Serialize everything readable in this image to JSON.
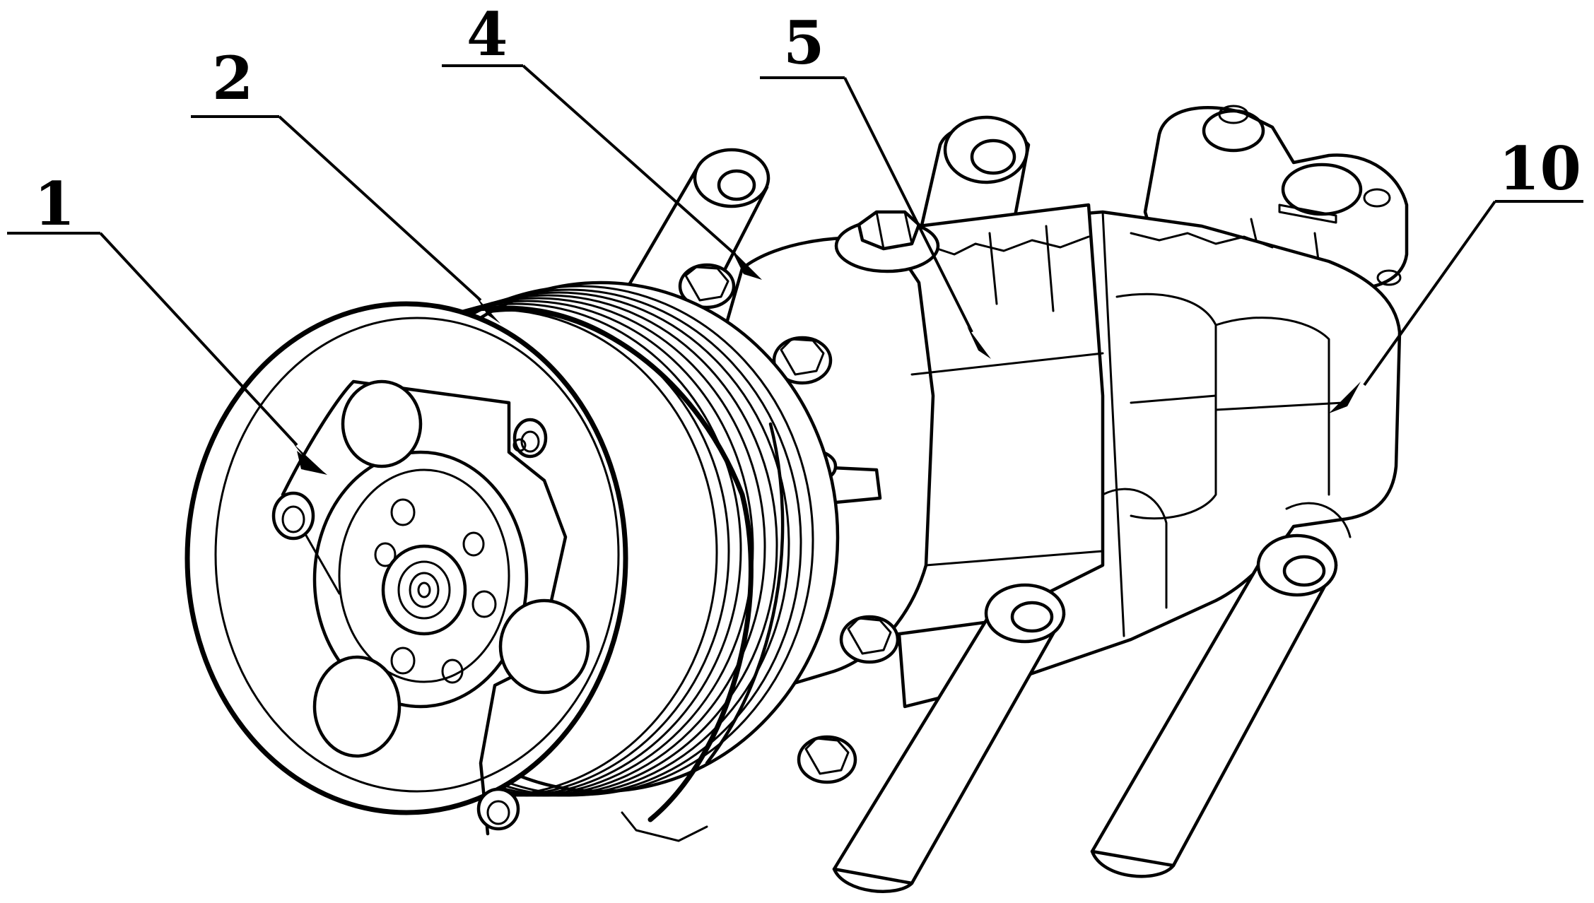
{
  "figure": {
    "callouts": [
      {
        "id": "c1",
        "label": "1"
      },
      {
        "id": "c2",
        "label": "2"
      },
      {
        "id": "c4",
        "label": "4"
      },
      {
        "id": "c5",
        "label": "5"
      },
      {
        "id": "c10",
        "label": "10"
      }
    ],
    "colors": {
      "ink": "#000000",
      "paper": "#ffffff"
    }
  }
}
